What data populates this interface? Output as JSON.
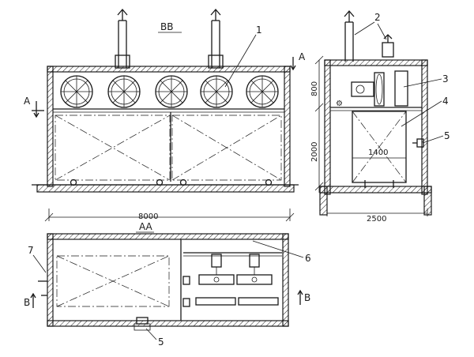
{
  "views": {
    "section_bb": "BB",
    "section_aa": "AA"
  },
  "section_marks": {
    "a_left": "A",
    "a_right": "A",
    "b_left": "B",
    "b_right": "B"
  },
  "callouts": [
    "1",
    "2",
    "3",
    "4",
    "5",
    "6",
    "7",
    "5"
  ],
  "dimensions": {
    "length": "8000",
    "width": "2500",
    "height_upper": "800",
    "height_lower": "2000",
    "container_width": "1400"
  },
  "fan_count": 5
}
